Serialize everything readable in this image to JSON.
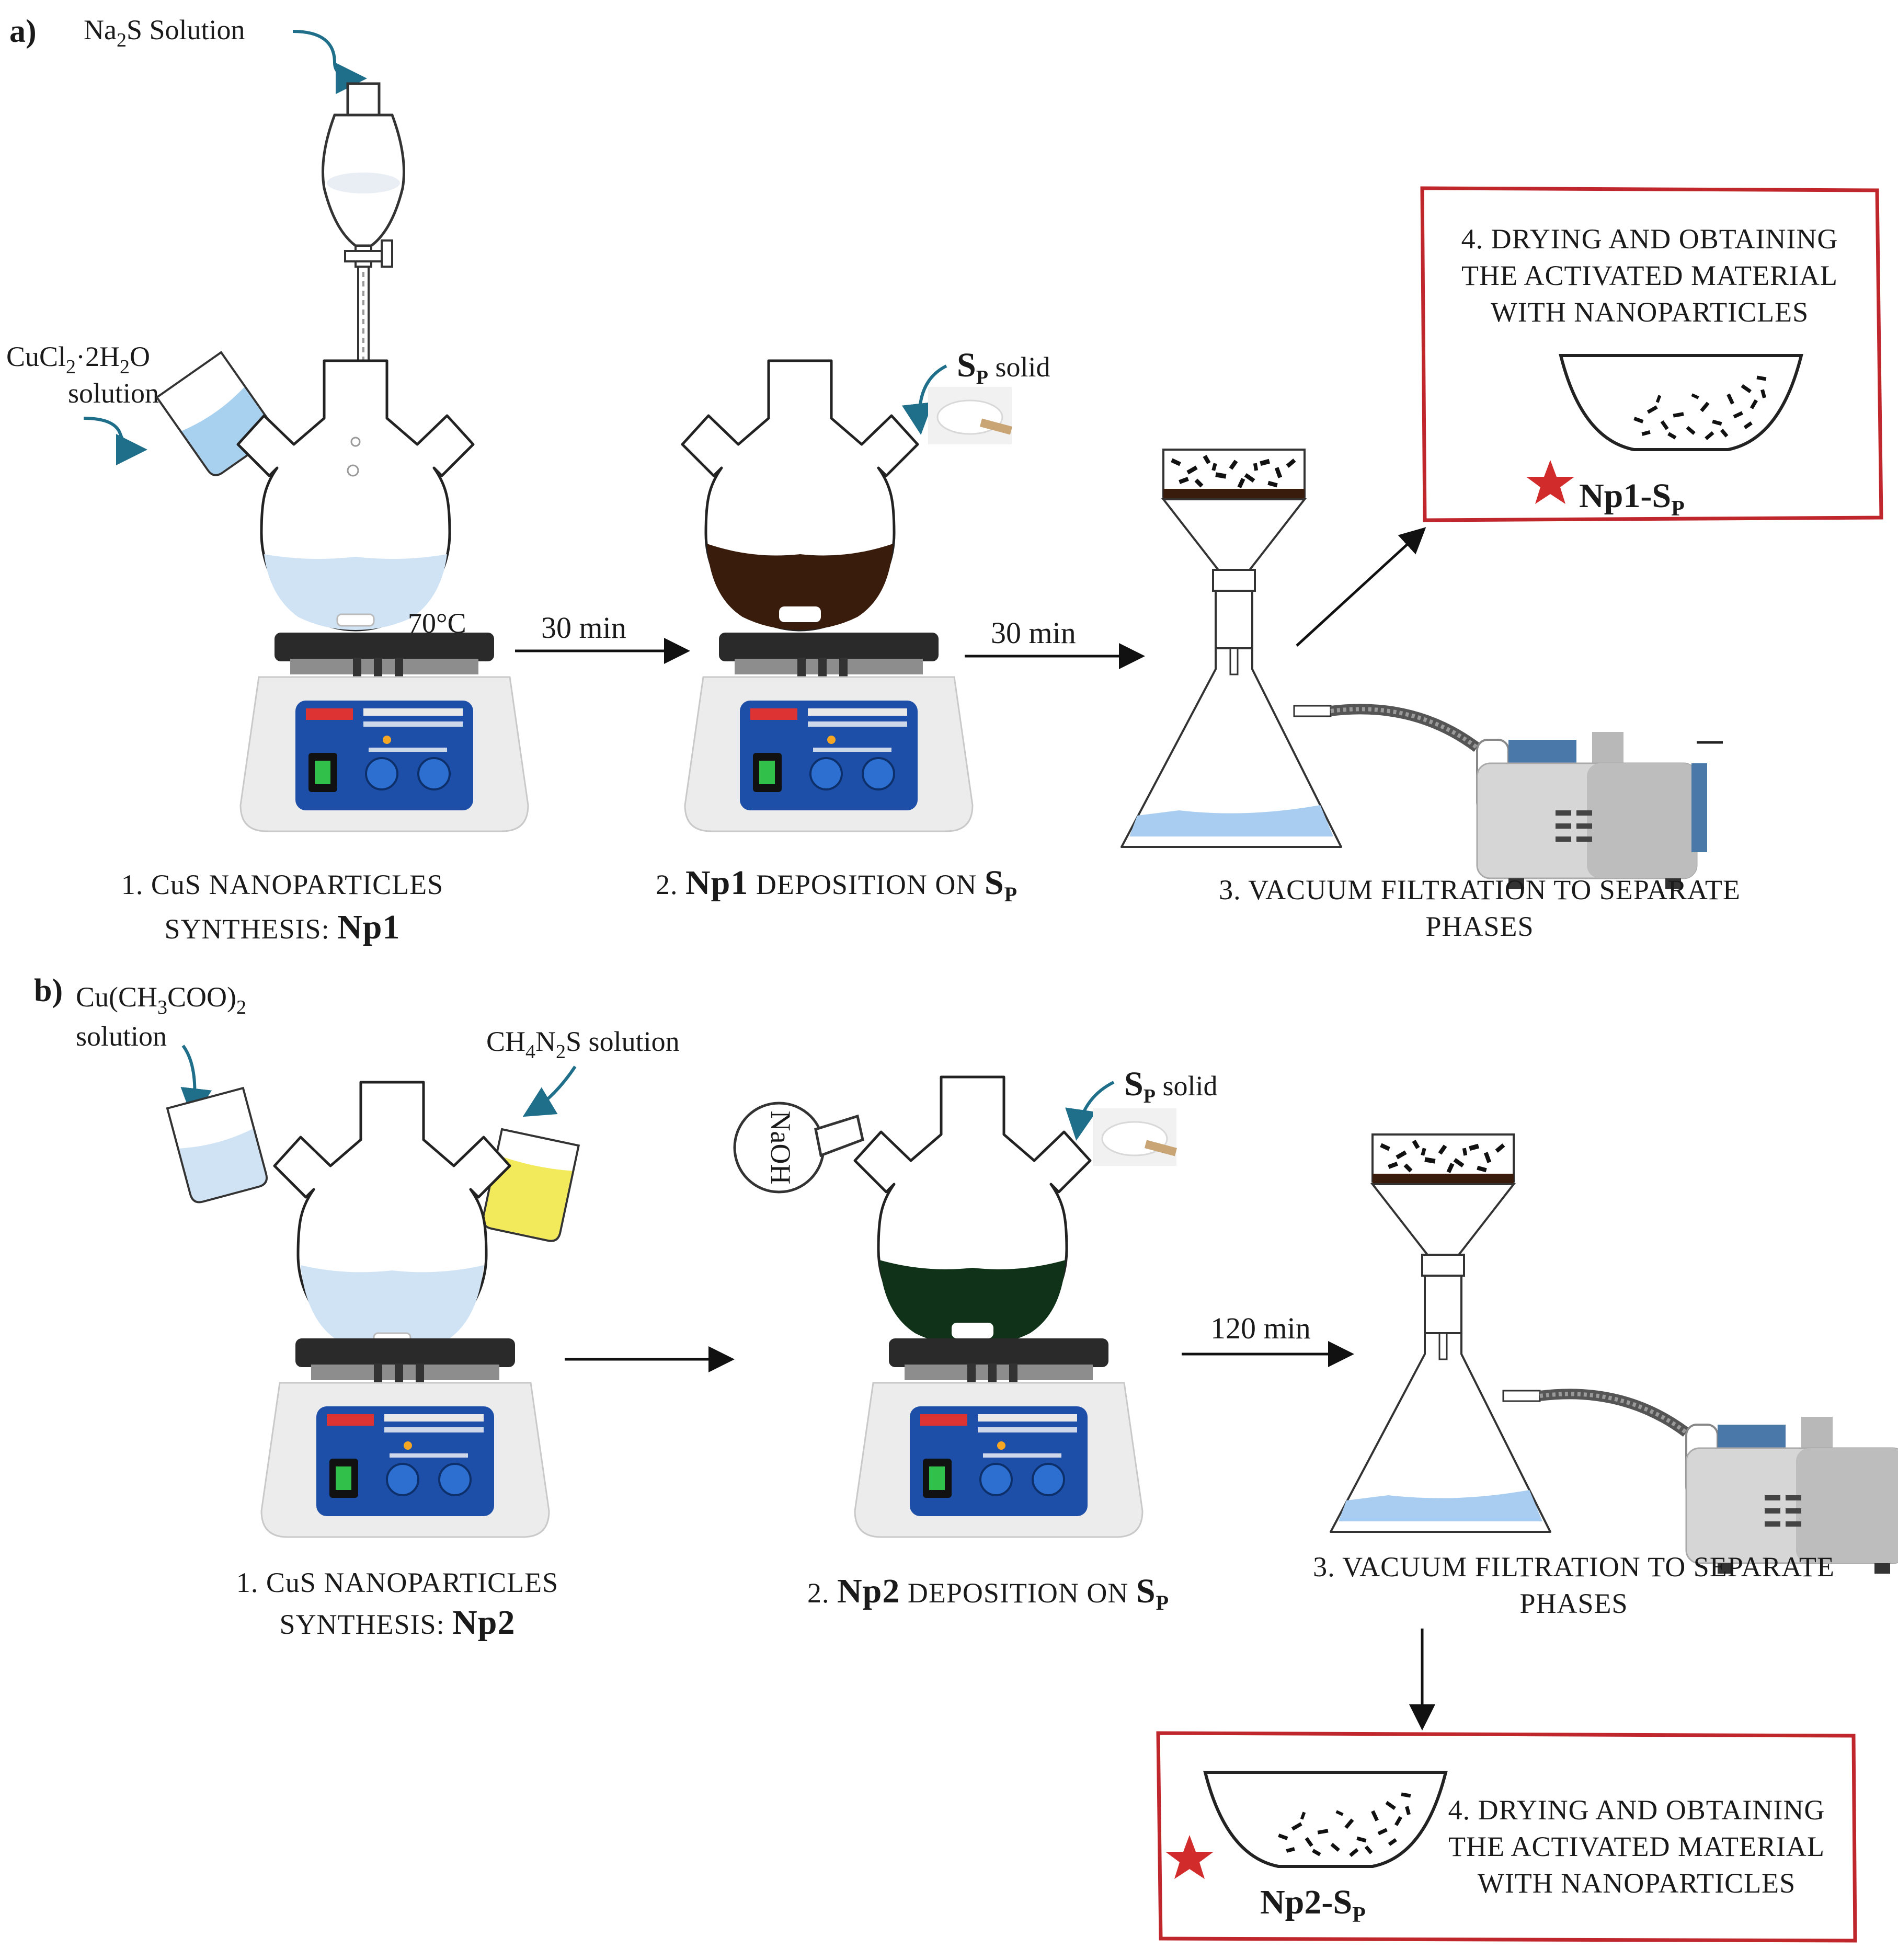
{
  "panel_a": {
    "tag": "a)",
    "na2s_pre": "Na",
    "na2s_sub": "2",
    "na2s_post": "S Solution",
    "cucl2_l1a": "CuCl",
    "cucl2_l1b": "2",
    "cucl2_l1c": "·2H",
    "cucl2_l1d": "2",
    "cucl2_l1e": "O",
    "cucl2_l2": "solution",
    "temp": "70°C",
    "sp_main": "S",
    "sp_sub": "P",
    "sp_rest": " solid",
    "time1": "30 min",
    "time2": "30 min",
    "step1_l1": "1. CuS NANOPARTICLES",
    "step1_l2a": "SYNTHESIS: ",
    "step1_l2b": "Np1",
    "step2_a": "2. ",
    "step2_b": "Np1",
    "step2_c": " DEPOSITION ON ",
    "step2_d": "S",
    "step2_e": "P",
    "step3_l1": "3. VACUUM FILTRATION TO SEPARATE",
    "step3_l2": "PHASES",
    "step4_l1": "4. DRYING AND OBTAINING",
    "step4_l2": "THE ACTIVATED MATERIAL",
    "step4_l3": "WITH NANOPARTICLES",
    "product_a": "Np1-S",
    "product_b": "P"
  },
  "panel_b": {
    "tag": "b)",
    "cuac_a": "Cu(CH",
    "cuac_b": "3",
    "cuac_c": "COO)",
    "cuac_d": "2",
    "cuac_l2": "solution",
    "thio_a": "CH",
    "thio_b": "4",
    "thio_c": "N",
    "thio_d": "2",
    "thio_e": "S solution",
    "naoh": "NaOH",
    "sp_main": "S",
    "sp_sub": "P",
    "sp_rest": " solid",
    "time3": "120 min",
    "step1_l1": "1. CuS NANOPARTICLES",
    "step1_l2a": "SYNTHESIS: ",
    "step1_l2b": "Np2",
    "step2_a": "2. ",
    "step2_b": "Np2",
    "step2_c": " DEPOSITION ON ",
    "step2_d": "S",
    "step2_e": "P",
    "step3_l1": "3. VACUUM FILTRATION TO SEPARATE",
    "step3_l2": "PHASES",
    "step4_l1": "4. DRYING AND OBTAINING",
    "step4_l2": "THE ACTIVATED MATERIAL",
    "step4_l3": "WITH NANOPARTICLES",
    "product_a": "Np2-S",
    "product_b": "P"
  },
  "colors": {
    "solution_blue": "#cfe3f5",
    "cus_brown": "#3a1c0c",
    "cus_green": "#0f3219",
    "yellow": "#f2ea5a",
    "accent_red": "#d12b2b",
    "teal_arrow": "#1f6f8b",
    "stirrer_panel": "#1e4fa8"
  }
}
